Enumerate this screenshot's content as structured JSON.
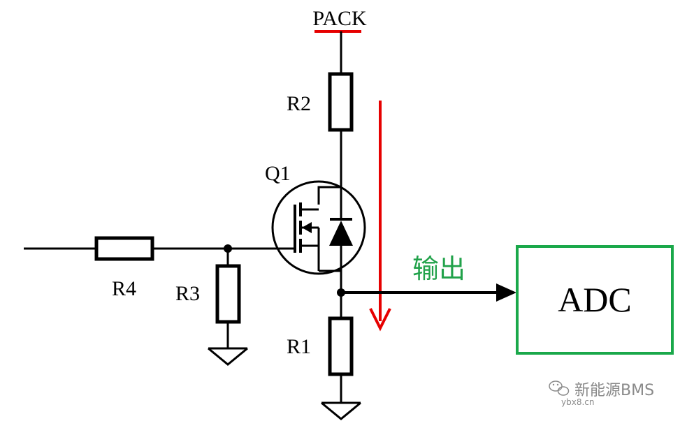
{
  "labels": {
    "supply": "PACK",
    "r1": "R1",
    "r2": "R2",
    "r3": "R3",
    "r4": "R4",
    "q1": "Q1",
    "output": "输出",
    "adc": "ADC"
  },
  "watermark": {
    "brand": "新能源BMS",
    "site": "ybx8.cn"
  },
  "colors": {
    "wire": "#000000",
    "supply": "#e60000",
    "current_arrow": "#e60000",
    "output_label": "#21a24a",
    "adc_border": "#1aa84a",
    "watermark": "#8a8a8a"
  },
  "icons": [
    "wechat-icon"
  ]
}
